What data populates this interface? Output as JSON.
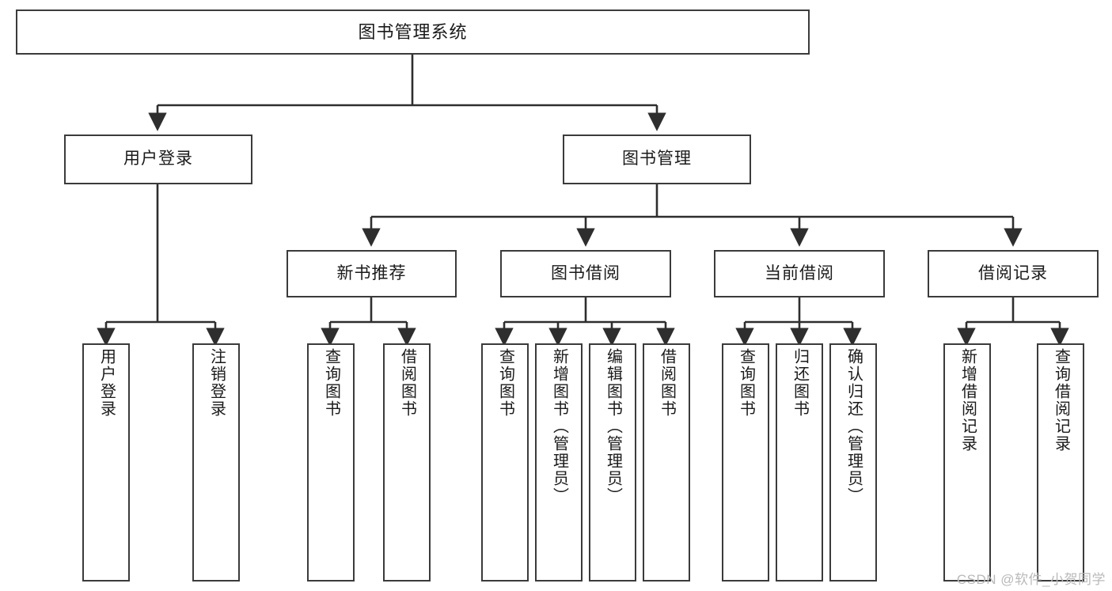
{
  "diagram": {
    "type": "tree-hierarchy",
    "title": "图书管理系统",
    "orientation": "top-down",
    "root": {
      "id": "root",
      "label": "图书管理系统",
      "level": 0
    },
    "level2": [
      {
        "id": "user-login",
        "label": "用户登录",
        "level": 1
      },
      {
        "id": "book-manage",
        "label": "图书管理",
        "level": 1
      }
    ],
    "level3": [
      {
        "id": "new-book-recommend",
        "label": "新书推荐",
        "level": 2,
        "parent": "book-manage"
      },
      {
        "id": "book-borrow",
        "label": "图书借阅",
        "level": 2,
        "parent": "book-manage"
      },
      {
        "id": "current-borrow",
        "label": "当前借阅",
        "level": 2,
        "parent": "book-manage"
      },
      {
        "id": "borrow-record",
        "label": "借阅记录",
        "level": 2,
        "parent": "book-manage"
      }
    ],
    "leaves": [
      {
        "id": "leaf-user-login",
        "label": "用户登录",
        "parent": "user-login"
      },
      {
        "id": "leaf-user-logout",
        "label": "注销登录",
        "parent": "user-login"
      },
      {
        "id": "leaf-query-book-1",
        "label": "查询图书",
        "parent": "new-book-recommend"
      },
      {
        "id": "leaf-borrow-book-1",
        "label": "借阅图书",
        "parent": "new-book-recommend"
      },
      {
        "id": "leaf-query-book-2",
        "label": "查询图书",
        "parent": "book-borrow"
      },
      {
        "id": "leaf-add-book",
        "label": "新增图书（管理员）",
        "parent": "book-borrow"
      },
      {
        "id": "leaf-edit-book",
        "label": "编辑图书（管理员）",
        "parent": "book-borrow"
      },
      {
        "id": "leaf-borrow-book-2",
        "label": "借阅图书",
        "parent": "book-borrow"
      },
      {
        "id": "leaf-query-book-3",
        "label": "查询图书",
        "parent": "current-borrow"
      },
      {
        "id": "leaf-return-book",
        "label": "归还图书",
        "parent": "current-borrow"
      },
      {
        "id": "leaf-confirm-return",
        "label": "确认归还（管理员）",
        "parent": "current-borrow"
      },
      {
        "id": "leaf-add-record",
        "label": "新增借阅记录",
        "parent": "borrow-record"
      },
      {
        "id": "leaf-query-record",
        "label": "查询借阅记录",
        "parent": "borrow-record"
      }
    ],
    "colors": {
      "box_border": "#3b3b3b",
      "box_fill": "#ffffff",
      "connector": "#2e2e2e",
      "text": "#1a1a1a",
      "watermark": "#b9b9b9",
      "background": "#ffffff"
    }
  },
  "watermark": {
    "text": "CSDN @软件_小贺同学"
  }
}
